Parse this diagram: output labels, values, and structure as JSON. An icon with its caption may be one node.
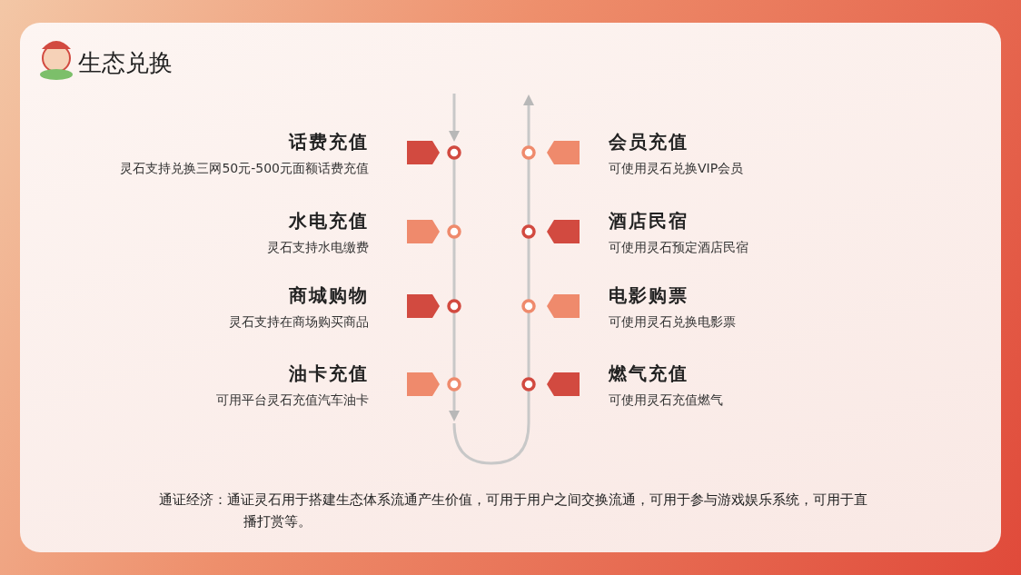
{
  "diagram": {
    "title": "生态兑换",
    "nodes": [
      {
        "text": [
          "话费充值",
          "灵石支持兑换三网50元-500元面额话费充值"
        ]
      },
      {
        "text": [
          "水电充值",
          "灵石支持水电缴费"
        ]
      },
      {
        "text": [
          "商城购物",
          "灵石支持在商场购买商品"
        ]
      },
      {
        "text": [
          "油卡充值",
          "可用平台灵石充值汽车油卡"
        ]
      },
      {
        "text": [
          "会员充值",
          "可使用灵石兑换VIP会员"
        ]
      },
      {
        "text": [
          "酒店民宿",
          "可使用灵石预定酒店民宿"
        ]
      },
      {
        "text": [
          "电影购票",
          "可使用灵石兑换电影票"
        ]
      },
      {
        "text": [
          "燃气充值",
          "可使用灵石充值燃气"
        ]
      }
    ],
    "labels": [
      "通证经济：通证灵石用于搭建生态体系流通产生价值，可用于用户之间交换流通，可用于参与游戏娱乐系统，可用于直播打赏等。"
    ]
  }
}
